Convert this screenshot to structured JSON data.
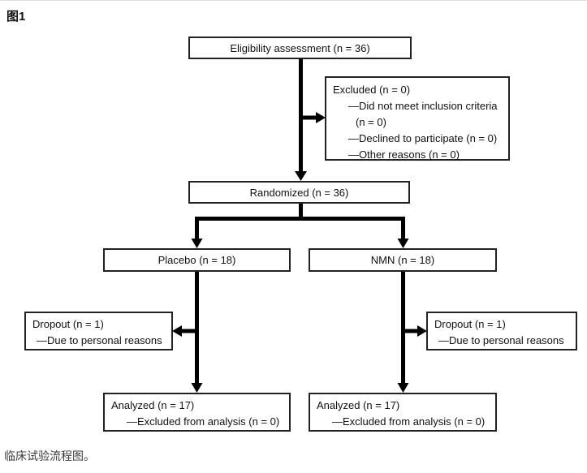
{
  "figure_label": "图1",
  "caption": "临床试验流程图。",
  "flowchart": {
    "eligibility": {
      "label": "Eligibility assessment (n = 36)"
    },
    "excluded": {
      "title": "Excluded (n = 0)",
      "items": [
        "—Did not meet inclusion criteria",
        "(n = 0)",
        "—Declined to participate (n = 0)",
        "—Other reasons (n = 0)"
      ]
    },
    "randomized": {
      "label": "Randomized (n = 36)"
    },
    "placebo_arm": {
      "label": "Placebo (n = 18)"
    },
    "nmn_arm": {
      "label": "NMN (n = 18)"
    },
    "dropout_left": {
      "title": "Dropout (n = 1)",
      "reason": "—Due to personal reasons"
    },
    "dropout_right": {
      "title": "Dropout (n = 1)",
      "reason": "—Due to personal reasons"
    },
    "analyzed_left": {
      "title": "Analyzed (n = 17)",
      "detail": "—Excluded from analysis (n = 0)"
    },
    "analyzed_right": {
      "title": "Analyzed (n = 17)",
      "detail": "—Excluded from analysis (n = 0)"
    },
    "colors": {
      "line": "#000000",
      "box_border": "#222222",
      "text": "#111111"
    }
  }
}
